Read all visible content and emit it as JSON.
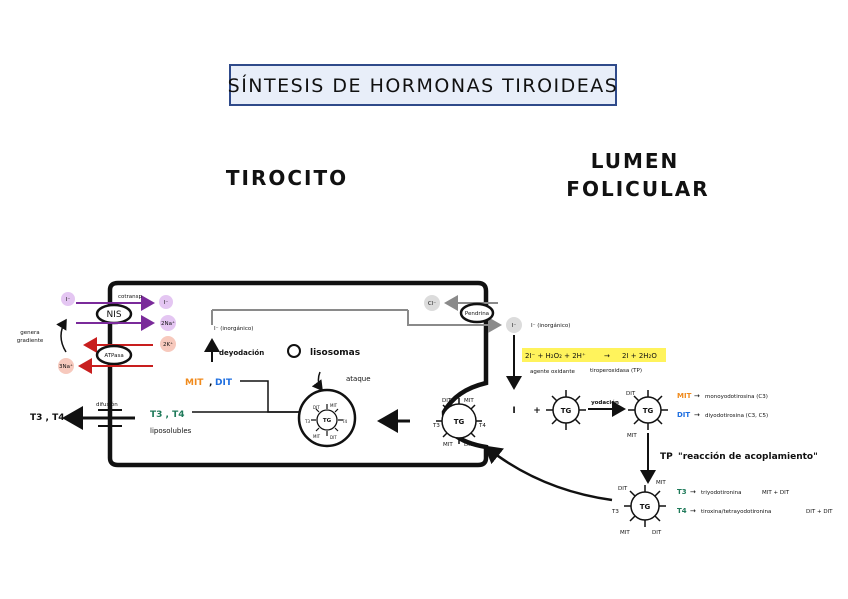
{
  "title": "SÍNTESIS DE HORMONAS TIROIDEAS",
  "sections": {
    "tirocito": "TIROCITO",
    "lumen_line1": "LUMEN",
    "lumen_line2": "FOLICULAR"
  },
  "transport": {
    "iodide": "I⁻",
    "nis": "NIS",
    "cotransp": "cotransp",
    "iodide_in": "I⁻",
    "na2_out": "2Na⁺",
    "genera_gradiente": "genera gradiente",
    "atpasa": "ATPasa",
    "k2": "2K⁺",
    "na3": "3Na⁺",
    "cl": "Cl⁻",
    "pendrina": "Pendrina",
    "iodide_inorg_cell": "I⁻ (inorgánico)",
    "iodide_inorg_lumen": "I⁻ (inorgánico)"
  },
  "cell": {
    "deyodacion": "deyodación",
    "lisosomas": "lisosomas",
    "ataque": "ataque",
    "mit": "MIT",
    "dit": "DIT",
    "comma": ",",
    "t3t4_out": "T3 , T4",
    "difusion": "difusión",
    "t3t4_in": "T3 , T4",
    "liposolubles": "liposolubles"
  },
  "reaction": {
    "equation_left": "2I⁻ + H₂O₂ + 2H⁺",
    "arrow": "→",
    "equation_right": "2I + 2H₂O",
    "agente_oxidante": "agente oxidante",
    "tiroperoxidasa": "tiroperoxidasa (TP)",
    "iodine": "I",
    "plus": "+",
    "yodacion": "yodación",
    "tg": "TG",
    "dit_label": "DIT",
    "mit_label": "MIT"
  },
  "products": {
    "mit_def": "MIT",
    "mit_desc": "monoyodotirosina (C3)",
    "dit_def": "DIT",
    "dit_desc": "diyodotirosina (C3, C5)",
    "tp_label": "TP",
    "acoplamiento": "\"reacción de acoplamiento\"",
    "t3": "T3",
    "t3_desc": "triyodotironina",
    "t3_combo": "MIT + DIT",
    "t4": "T4",
    "t4_desc": "tiroxina/tetrayodotironina",
    "t4_combo": "DIT + DIT"
  },
  "colors": {
    "title_border": "#2f4a8a",
    "title_fill": "#e8eef9",
    "purple": "#7a2a9a",
    "red": "#c81e1e",
    "purple_light": "#e4c6f2",
    "red_light": "#f7c9bd",
    "orange": "#f08a1c",
    "blue": "#1f6fe0",
    "green": "#1f7a5a",
    "highlight": "#fff35c",
    "gray": "#8a8a8a"
  }
}
